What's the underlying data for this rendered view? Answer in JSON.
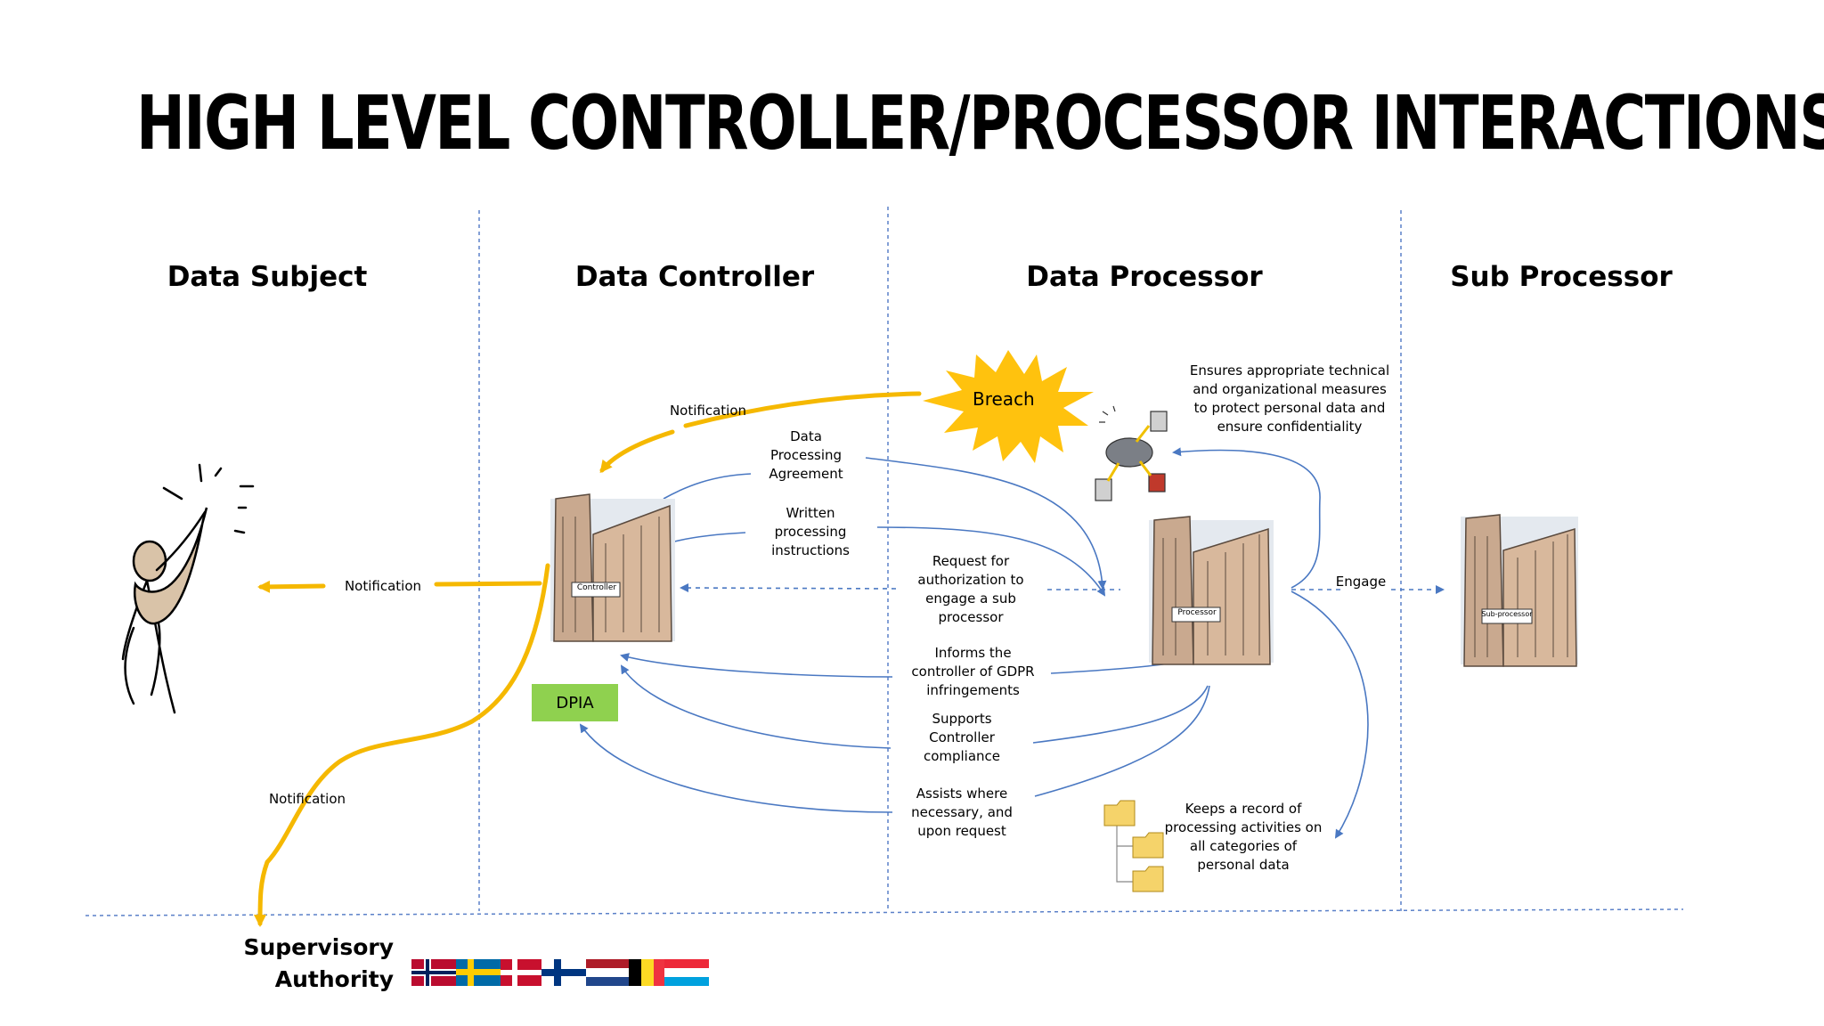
{
  "title": "HIGH LEVEL CONTROLLER/PROCESSOR INTERACTIONS",
  "columns": {
    "data_subject": "Data Subject",
    "data_controller": "Data Controller",
    "data_processor": "Data Processor",
    "sub_processor": "Sub Processor"
  },
  "labels": {
    "notification_top": "Notification",
    "notification_subject": "Notification",
    "notification_supervisory": "Notification",
    "breach": "Breach",
    "dpa": "Data\nProcessing\nAgreement",
    "written_instructions": "Written\nprocessing\ninstructions",
    "request_authorization": "Request for\nauthorization to\nengage a sub\nprocessor",
    "informs_controller": "Informs the\ncontroller of GDPR\ninfringements",
    "supports_compliance": "Supports\nController\ncompliance",
    "assists": "Assists where\nnecessary, and\nupon request",
    "engage": "Engage",
    "ensures_measures": "Ensures appropriate technical\nand organizational measures\nto protect personal data and\nensure confidentiality",
    "keeps_record": "Keeps a record of\nprocessing activities on\nall categories of\npersonal data",
    "dpia": "DPIA",
    "controller_sign": "Controller",
    "processor_sign": "Processor",
    "subprocessor_sign": "Sub-processor",
    "supervisory_authority": "Supervisory\nAuthority"
  },
  "colors": {
    "notification_arrow": "#f5b800",
    "flow_arrow": "#4a78c2",
    "divider": "#5b80c8",
    "breach_star": "#ffc20e",
    "dpia_box": "#8fd14f"
  },
  "icons": {
    "data_subject": "person-waving-icon",
    "controller_building": "building-icon",
    "processor_building": "building-icon",
    "subprocessor_building": "building-icon",
    "network": "network-cloud-icon",
    "folders": "folder-tree-icon",
    "flags": "nordic-benelux-flags-icon"
  }
}
